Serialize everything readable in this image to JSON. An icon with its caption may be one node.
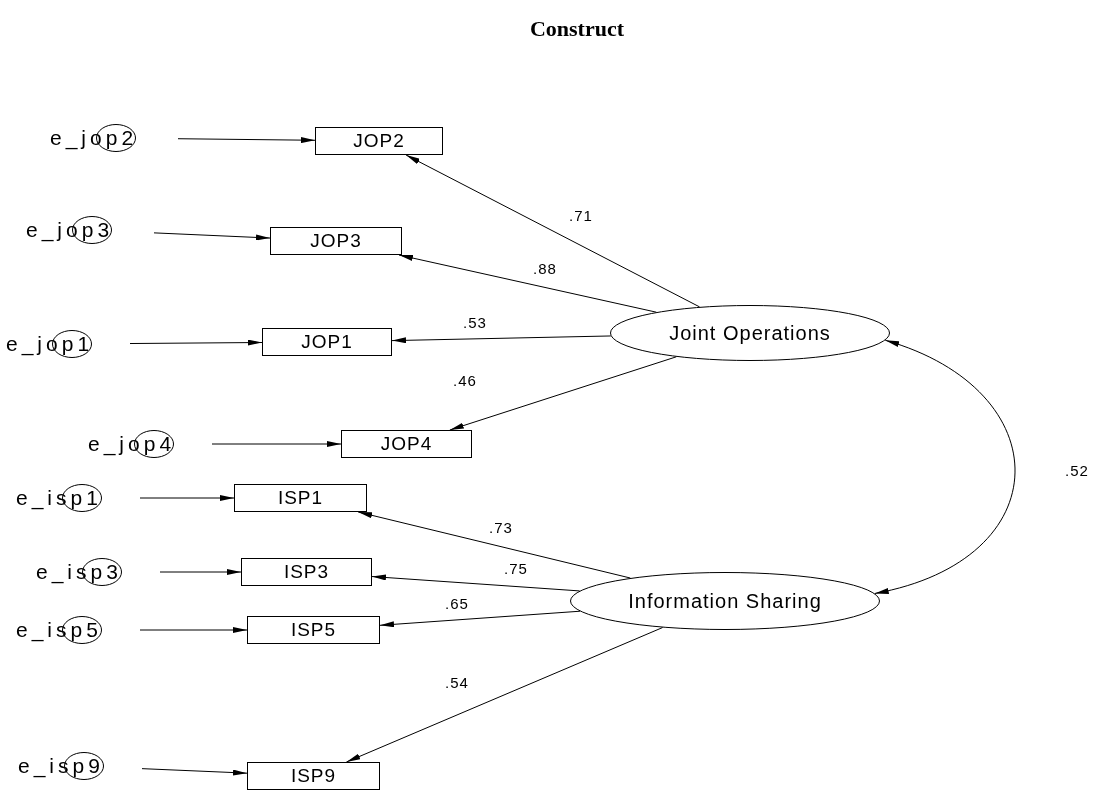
{
  "diagram": {
    "title": "Construct",
    "nodes": [
      {
        "text": [
          "e_jop2"
        ]
      },
      {
        "text": [
          "JOP2"
        ]
      },
      {
        "text": [
          "e_jop3"
        ]
      },
      {
        "text": [
          "JOP3"
        ]
      },
      {
        "text": [
          "e_jop1"
        ]
      },
      {
        "text": [
          "JOP1"
        ]
      },
      {
        "text": [
          "Joint Operations"
        ]
      },
      {
        "text": [
          "e_jop4"
        ]
      },
      {
        "text": [
          "JOP4"
        ]
      },
      {
        "text": [
          "e_isp1"
        ]
      },
      {
        "text": [
          "ISP1"
        ]
      },
      {
        "text": [
          "e_isp3"
        ]
      },
      {
        "text": [
          "ISP3"
        ]
      },
      {
        "text": [
          "e_isp5"
        ]
      },
      {
        "text": [
          "Information Sharing"
        ]
      },
      {
        "text": [
          "ISP5"
        ]
      },
      {
        "text": [
          "e_isp9"
        ]
      },
      {
        "text": [
          "ISP9"
        ]
      }
    ],
    "edges": [
      {
        "from": 0,
        "to": 1,
        "arrow": "to"
      },
      {
        "from": 6,
        "to": 1,
        "arrow": "to",
        "label": ".71"
      },
      {
        "from": 2,
        "to": 3,
        "arrow": "to"
      },
      {
        "from": 6,
        "to": 3,
        "arrow": "to",
        "label": ".88"
      },
      {
        "from": 4,
        "to": 5,
        "arrow": "to"
      },
      {
        "from": 6,
        "to": 5,
        "arrow": "to",
        "label": ".53"
      },
      {
        "from": 7,
        "to": 8,
        "arrow": "to"
      },
      {
        "from": 6,
        "to": 8,
        "arrow": "to",
        "label": ".46"
      },
      {
        "from": 9,
        "to": 10,
        "arrow": "to"
      },
      {
        "from": 14,
        "to": 10,
        "arrow": "to",
        "label": ".73"
      },
      {
        "from": 11,
        "to": 12,
        "arrow": "to"
      },
      {
        "from": 14,
        "to": 12,
        "arrow": "to",
        "label": ".75"
      },
      {
        "from": 13,
        "to": 15,
        "arrow": "to"
      },
      {
        "from": 14,
        "to": 15,
        "arrow": "to",
        "label": ".65"
      },
      {
        "from": 16,
        "to": 17,
        "arrow": "to"
      },
      {
        "from": 14,
        "to": 17,
        "arrow": "to",
        "label": ".54"
      },
      {
        "from": 6,
        "to": 14,
        "arrow": "both",
        "label": ".52"
      }
    ]
  }
}
